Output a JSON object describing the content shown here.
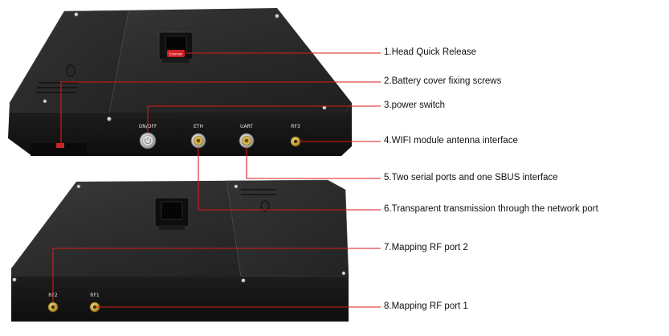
{
  "colors": {
    "leader_line": "#d81a1a",
    "case_top": "#2a2a2a",
    "case_front": "#161616",
    "connector_gold": "#c8a23a"
  },
  "device_labels": {
    "on_off": "ON/OFF",
    "eth": "ETH",
    "uart": "UART",
    "rf3": "RF3",
    "rf2": "RF2",
    "rf1": "RF1",
    "quick_release_brand": "Lisenar"
  },
  "callouts": [
    {
      "text": "1.Head Quick Release"
    },
    {
      "text": "2.Battery cover fixing screws"
    },
    {
      "text": "3.power switch"
    },
    {
      "text": "4.WIFI module antenna interface"
    },
    {
      "text": "5.Two serial ports and one SBUS interface"
    },
    {
      "text": "6.Transparent transmission through the network port"
    },
    {
      "text": "7.Mapping RF port 2"
    },
    {
      "text": "8.Mapping RF port 1"
    }
  ]
}
